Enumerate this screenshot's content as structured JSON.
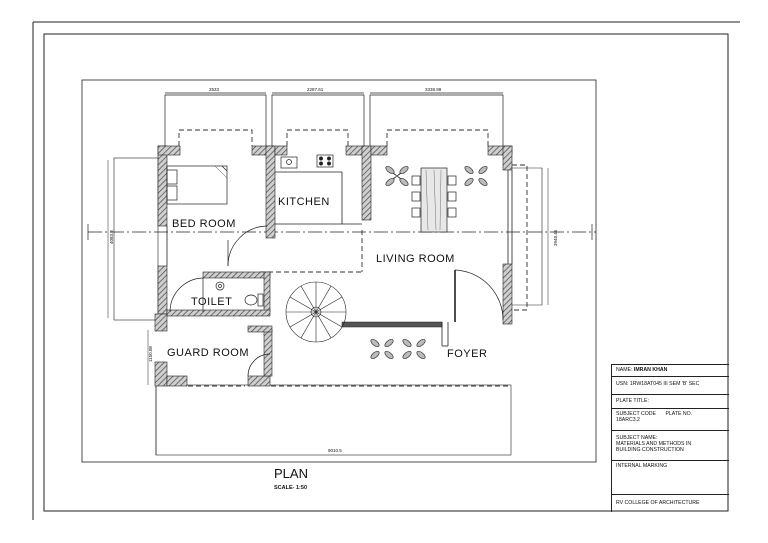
{
  "plan": {
    "title": "PLAN",
    "scale": "SCALE- 1:50"
  },
  "rooms": {
    "bedroom": "BED ROOM",
    "kitchen": "KITCHEN",
    "living": "LIVING ROOM",
    "toilet": "TOILET",
    "guard": "GUARD ROOM",
    "foyer": "FOYER"
  },
  "dimensions": {
    "top_left": "2533",
    "top_middle": "2287.61",
    "top_right": "3338.99",
    "left_height": "4083.8",
    "right_height": "3948.46",
    "guard_height": "1150.08",
    "bottom_width": "9010.5"
  },
  "title_block": {
    "name_label": "NAME:",
    "name_value": "IMRAN KHAN",
    "usn": "USN: 1RW18AT045   III SEM 'B' SEC",
    "plate_title": "PLATE TITLE:",
    "subject_code_label": "SUBJECT CODE",
    "plate_no_label": "PLATE NO.",
    "subject_code_value": "18ARC3.2",
    "subject_name_label": "SUBJECT NAME:",
    "subject_name_line1": "MATERIALS AND METHODS IN",
    "subject_name_line2": "BUILDING CONSTRUCTION",
    "internal_marking": "INTERNAL MARKING",
    "college": "RV COLLEGE OF ARCHITECTURE"
  }
}
